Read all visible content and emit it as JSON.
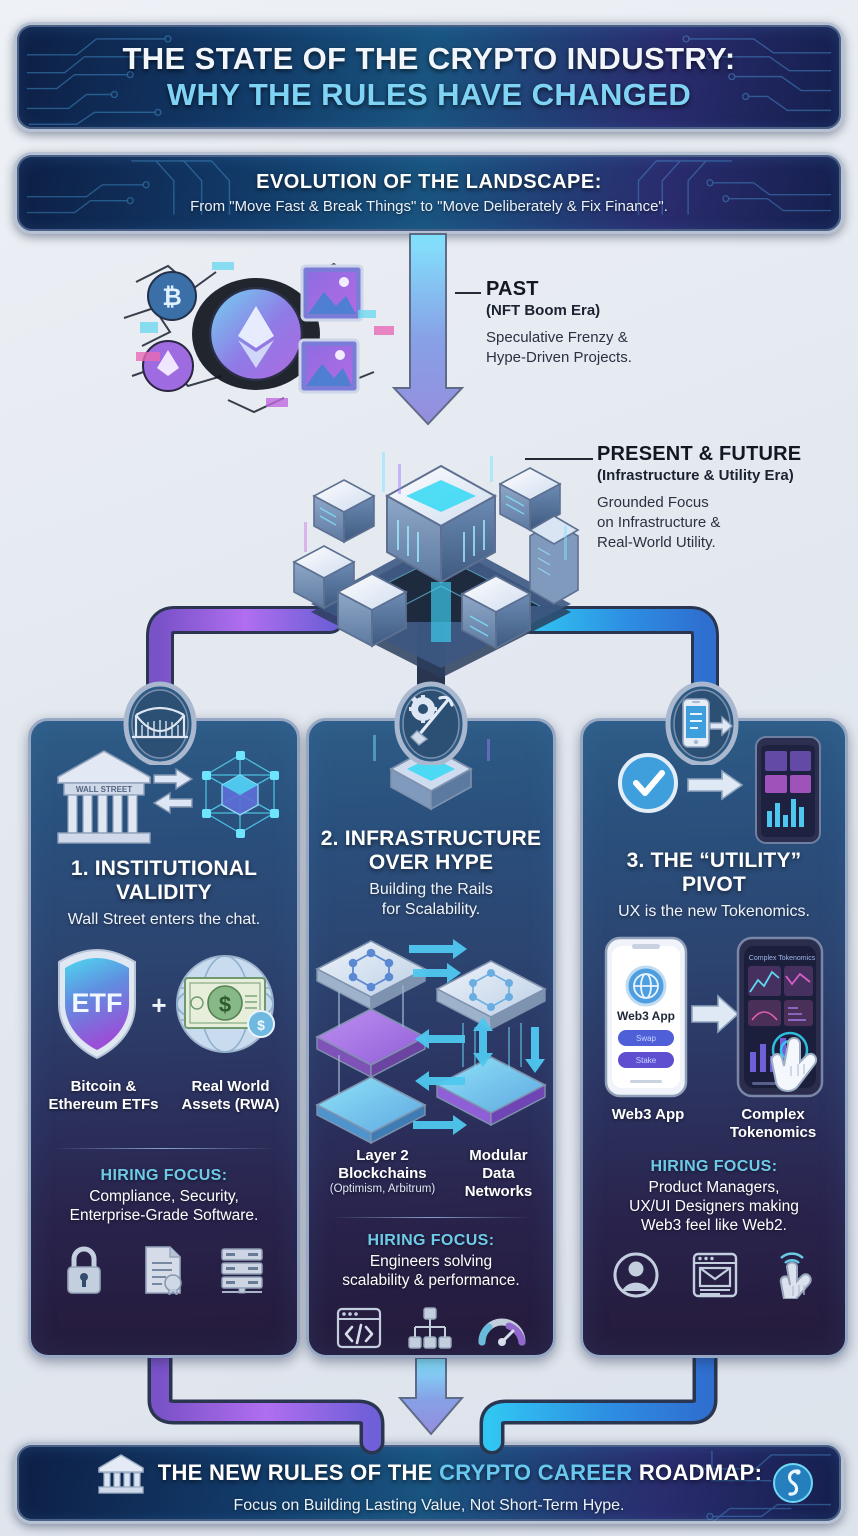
{
  "header": {
    "title_line1": "THE STATE OF THE CRYPTO INDUSTRY:",
    "title_line2": "WHY THE RULES HAVE CHANGED"
  },
  "evolution": {
    "heading": "EVOLUTION OF THE LANDSCAPE:",
    "subtitle": "From \"Move Fast & Break Things\" to \"Move Deliberately & Fix Finance\"."
  },
  "eras": [
    {
      "id": "past",
      "label": "PAST",
      "sublabel": "(NFT Boom Era)",
      "body": "Speculative Frenzy &\nHype-Driven Projects."
    },
    {
      "id": "present",
      "label": "PRESENT & FUTURE",
      "sublabel": "(Infrastructure & Utility Era)",
      "body": "Grounded Focus\non Infrastructure &\nReal-World Utility."
    }
  ],
  "pillars": [
    {
      "badge_icon": "bridge-icon",
      "title": "1. INSTITUTIONAL\nVALIDITY",
      "tagline": "Wall Street enters the chat.",
      "art_labels": [
        "WALL STREET",
        "ETF",
        "$"
      ],
      "captions": [
        {
          "main": "Bitcoin &\nEthereum ETFs",
          "small": ""
        },
        {
          "main": "Real World\nAssets (RWA)",
          "small": ""
        }
      ],
      "hiring_label": "HIRING FOCUS:",
      "hiring_text": "Compliance, Security,\nEnterprise-Grade Software.",
      "footer_icons": [
        "lock-icon",
        "certificate-document-icon",
        "server-rack-icon"
      ]
    },
    {
      "badge_icon": "gear-pickaxe-icon",
      "title": "2. INFRASTRUCTURE\nOVER HYPE",
      "tagline": "Building the Rails\nfor Scalability.",
      "art_labels": [],
      "captions": [
        {
          "main": "Layer 2\nBlockchains",
          "small": "(Optimism, Arbitrum)"
        },
        {
          "main": "Modular\nData\nNetworks",
          "small": ""
        }
      ],
      "hiring_label": "HIRING FOCUS:",
      "hiring_text": "Engineers solving\nscalability & performance.",
      "footer_icons": [
        "code-window-icon",
        "node-tree-icon",
        "gauge-icon"
      ]
    },
    {
      "badge_icon": "mobile-arrow-icon",
      "title": "3. THE “UTILITY”\nPIVOT",
      "tagline": "UX is the new Tokenomics.",
      "art_labels": [
        "Web3 App",
        "Swap",
        "Stake",
        "Complex Tokenomics"
      ],
      "captions": [
        {
          "main": "Web3 App",
          "small": ""
        },
        {
          "main": "Complex\nTokenomics",
          "small": ""
        }
      ],
      "hiring_label": "HIRING FOCUS:",
      "hiring_text": "Product Managers,\nUX/UI Designers making\nWeb3 feel like Web2.",
      "footer_icons": [
        "user-avatar-icon",
        "wireframe-mail-icon",
        "tap-hand-icon"
      ]
    }
  ],
  "footer": {
    "heading_pre": "THE NEW RULES OF THE ",
    "heading_accent": "CRYPTO CAREER",
    "heading_post": " ROADMAP:",
    "subtitle": "Focus on Building Lasting Value, Not Short-Term Hype.",
    "bank_icon": "bank-columns-icon",
    "logo_icon": "brand-logo-icon"
  },
  "colors": {
    "banner_dark": "#10234a",
    "accent_cyan": "#7fd4f5",
    "hiring_cyan": "#6ecbe8",
    "pipe_purple": "#a15fe8",
    "pipe_cyan": "#3fd3f5",
    "pipe_blue": "#2f8fe0",
    "card_top": "#2e5c86",
    "card_bottom": "#241a3a",
    "page_bg": "#e6eaf0"
  }
}
